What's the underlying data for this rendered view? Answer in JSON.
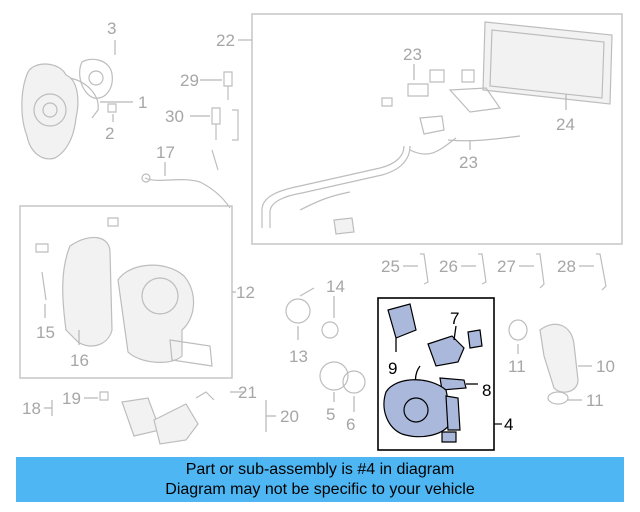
{
  "diagram": {
    "callouts": {
      "c1": "1",
      "c2": "2",
      "c3": "3",
      "c4": "4",
      "c5": "5",
      "c6": "6",
      "c7": "7",
      "c8": "8",
      "c9": "9",
      "c10": "10",
      "c11a": "11",
      "c11b": "11",
      "c12": "12",
      "c13": "13",
      "c14": "14",
      "c15": "15",
      "c16": "16",
      "c17": "17",
      "c18": "18",
      "c19": "19",
      "c20": "20",
      "c21": "21",
      "c22": "22",
      "c23a": "23",
      "c23b": "23",
      "c24": "24",
      "c25": "25",
      "c26": "26",
      "c27": "27",
      "c28": "28",
      "c29": "29",
      "c30": "30"
    },
    "highlighted_part": "4",
    "highlight_color": "#aab8dc",
    "ghost_color": "#bdbdbd"
  },
  "footer": {
    "line1": "Part or sub-assembly is #4 in diagram",
    "line2": "Diagram may not be specific to your vehicle",
    "background": "#4eb6f2"
  }
}
